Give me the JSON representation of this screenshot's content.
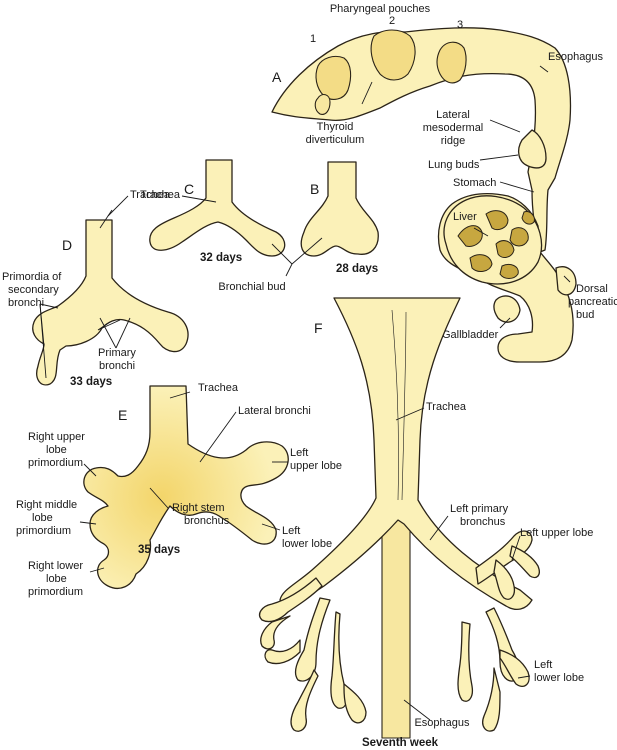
{
  "panels": {
    "a": "A",
    "b": "B",
    "c": "C",
    "d": "D",
    "e": "E",
    "f": "F"
  },
  "panel_a": {
    "pharyngeal_pouches": "Pharyngeal pouches",
    "pouch_1": "1",
    "pouch_2": "2",
    "pouch_3": "3",
    "esophagus": "Esophagus",
    "thyroid_line1": "Thyroid",
    "thyroid_line2": "diverticulum",
    "lateral_line1": "Lateral",
    "lateral_line2": "mesodermal",
    "lateral_line3": "ridge",
    "lung_buds": "Lung buds",
    "stomach": "Stomach",
    "liver": "Liver",
    "dorsal_line1": "Dorsal",
    "dorsal_line2": "pancreatic",
    "dorsal_line3": "bud",
    "gallbladder": "Gallbladder"
  },
  "panel_b": {
    "age": "28 days"
  },
  "panel_c": {
    "trachea": "Trachea",
    "age": "32 days",
    "bronchial_bud": "Bronchial bud"
  },
  "panel_d": {
    "primordia_line1": "Primordia of",
    "primordia_line2": "secondary",
    "primordia_line3": "bronchi",
    "primary_line1": "Primary",
    "primary_line2": "bronchi",
    "age": "33 days"
  },
  "panel_e": {
    "trachea": "Trachea",
    "lateral_bronchi": "Lateral bronchi",
    "rul_line1": "Right upper",
    "rul_line2": "lobe",
    "rul_line3": "primordium",
    "rml_line1": "Right middle",
    "rml_line2": "lobe",
    "rml_line3": "primordium",
    "rll_line1": "Right lower",
    "rll_line2": "lobe",
    "rll_line3": "primordium",
    "rsb_line1": "Right stem",
    "rsb_line2": "bronchus",
    "lul_line1": "Left",
    "lul_line2": "upper lobe",
    "lll_line1": "Left",
    "lll_line2": "lower lobe",
    "age": "35 days"
  },
  "panel_f": {
    "trachea": "Trachea",
    "lpb_line1": "Left primary",
    "lpb_line2": "bronchus",
    "left_upper_lobe": "Left upper lobe",
    "lll_line1": "Left",
    "lll_line2": "lower lobe",
    "esophagus": "Esophagus",
    "age": "Seventh week"
  }
}
